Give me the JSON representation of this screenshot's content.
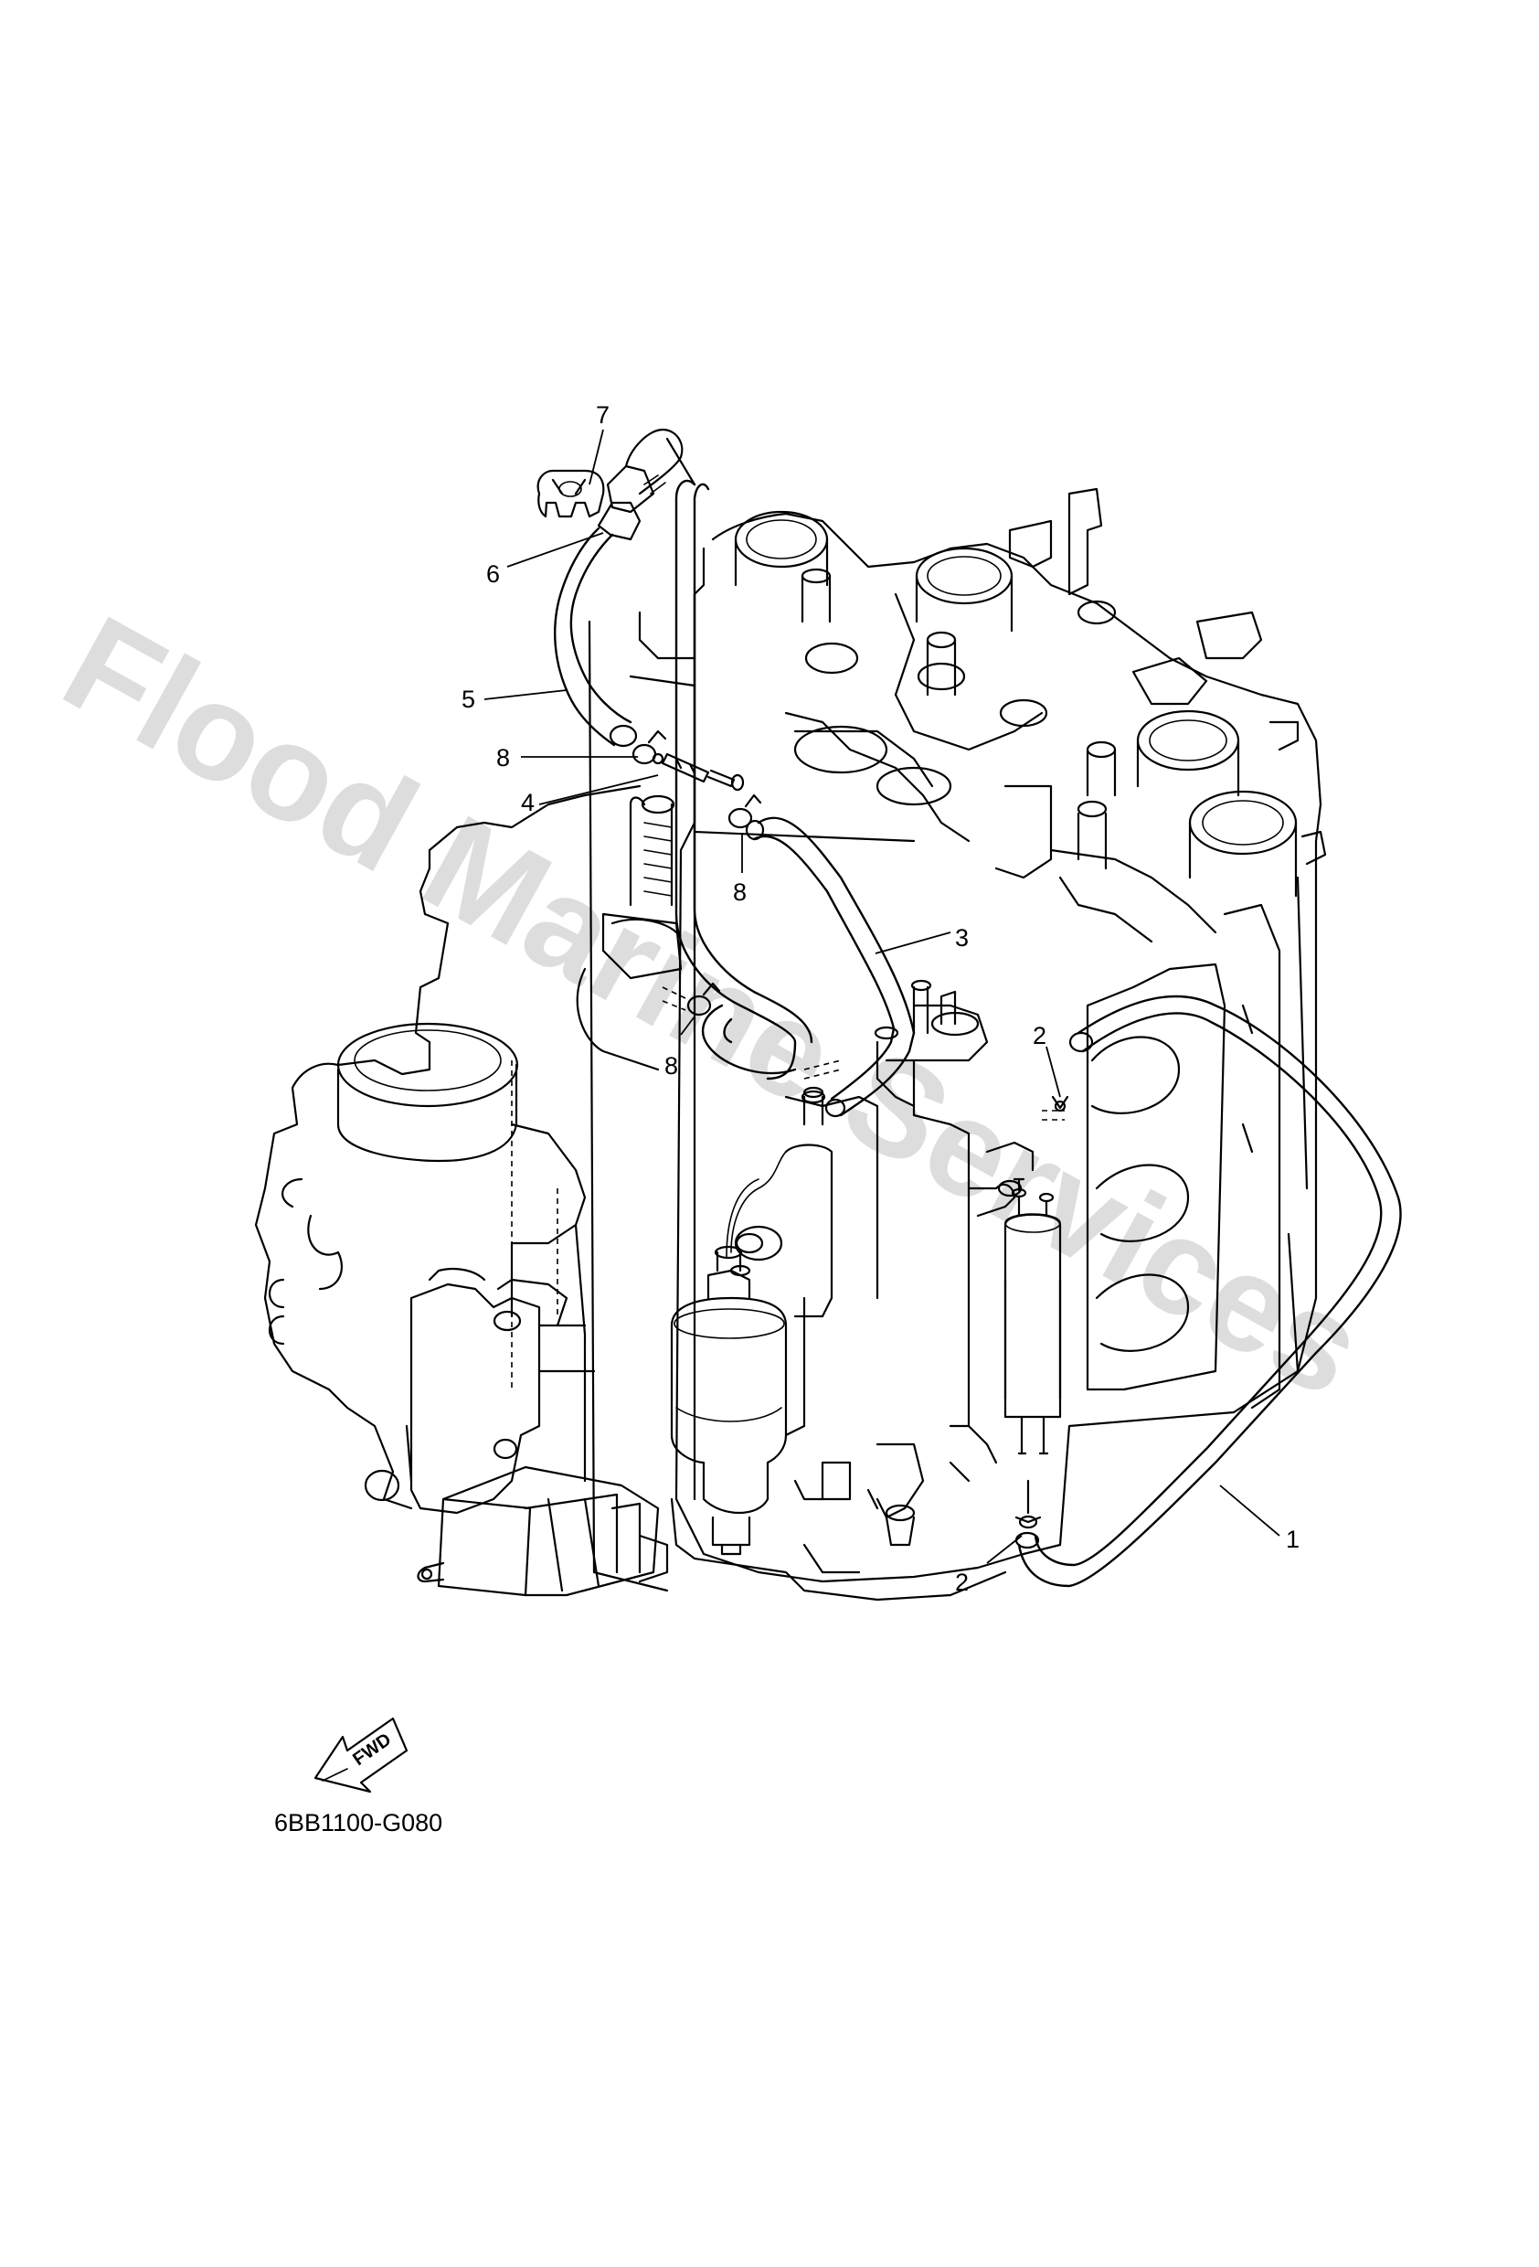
{
  "diagram": {
    "part_code": "6BB1100-G080",
    "watermark": "Flood Marine Services",
    "fwd_label": "FWD",
    "callouts": [
      {
        "id": "c1",
        "label": "1"
      },
      {
        "id": "c2a",
        "label": "2"
      },
      {
        "id": "c2b",
        "label": "2"
      },
      {
        "id": "c3",
        "label": "3"
      },
      {
        "id": "c4",
        "label": "4"
      },
      {
        "id": "c5",
        "label": "5"
      },
      {
        "id": "c6",
        "label": "6"
      },
      {
        "id": "c7",
        "label": "7"
      },
      {
        "id": "c8a",
        "label": "8"
      },
      {
        "id": "c8b",
        "label": "8"
      },
      {
        "id": "c8c",
        "label": "8"
      }
    ]
  }
}
